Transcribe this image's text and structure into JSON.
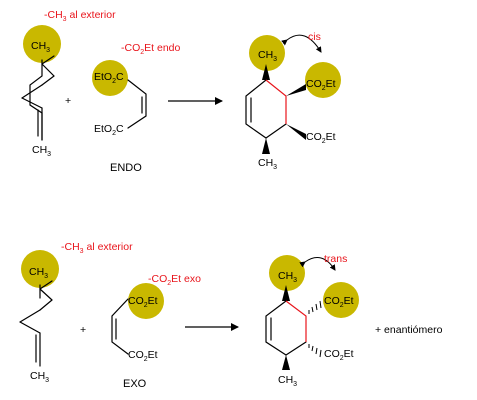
{
  "colors": {
    "highlight": "#c9b800",
    "annotation": "#e8141b",
    "bond": "#000000"
  },
  "labels": {
    "ch3": "CH",
    "sub3": "3",
    "co2et": "CO",
    "sub2": "2",
    "et": "Et",
    "eto2c_a": "EtO",
    "eto2c_b": "C",
    "plus": "+"
  },
  "endo": {
    "note_ch3": "-CH",
    "note_ch3_tail": " al exterior",
    "note_co2et": "-CO",
    "note_co2et_tail": "Et endo",
    "stereo": "cis",
    "caption": "ENDO"
  },
  "exo": {
    "note_ch3": "-CH",
    "note_ch3_tail": " al exterior",
    "note_co2et": "-CO",
    "note_co2et_tail": "Et exo",
    "stereo": "trans",
    "caption": "EXO",
    "extra": "+ enantiómero"
  }
}
